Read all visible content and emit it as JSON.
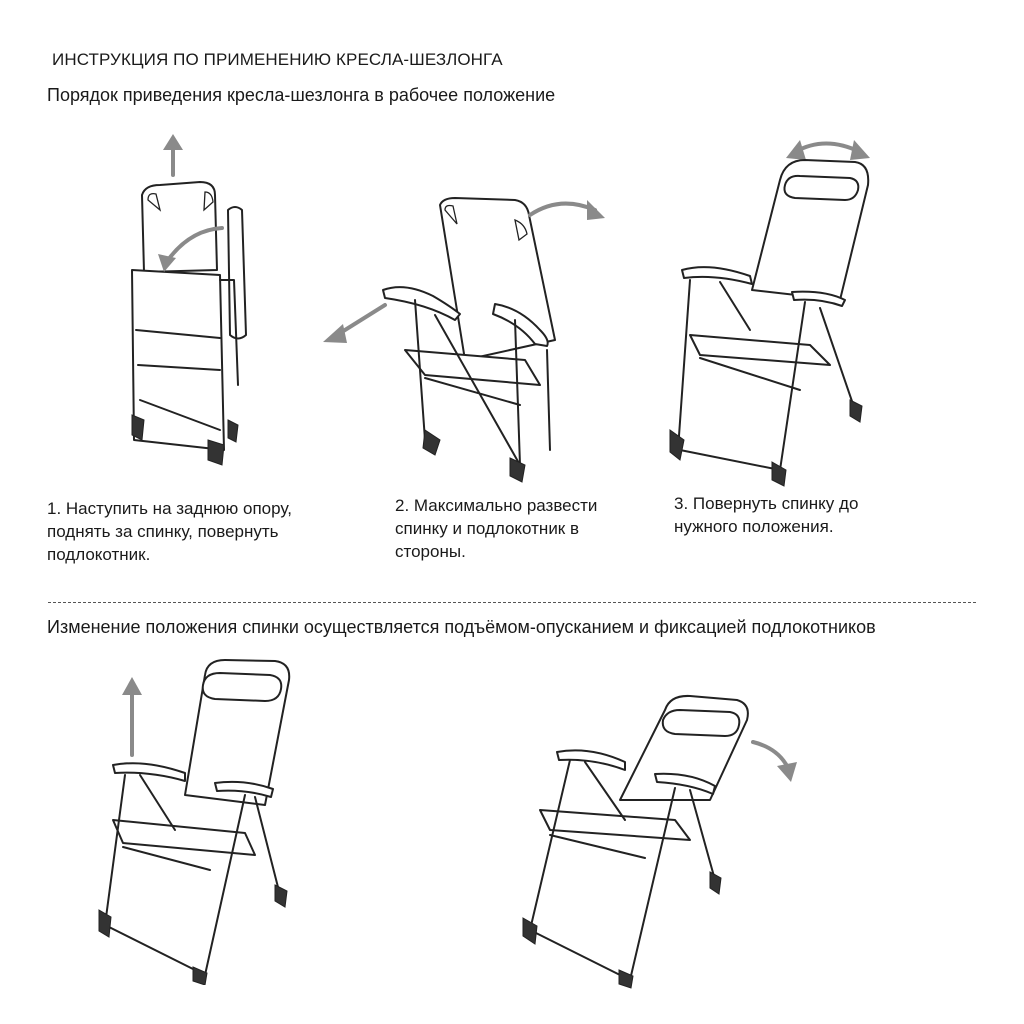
{
  "doc": {
    "title": "ИНСТРУКЦИЯ ПО ПРИМЕНЕНИЮ КРЕСЛА-ШЕЗЛОНГА",
    "subtitle": "Порядок приведения кресла-шезлонга в рабочее положение",
    "steps": [
      {
        "text": "1. Наступить на заднюю опору,\nподнять за спинку, повернуть\nподлокотник."
      },
      {
        "text": "2. Максимально развести\nспинку и подлокотник в\nстороны."
      },
      {
        "text": "3. Повернуть спинку до\nнужного положения."
      }
    ],
    "note": "Изменение положения спинки осуществляется подъёмом-опусканием и фиксацией подлокотников"
  },
  "figures": [
    {
      "icon": "folded-chair-illustration"
    },
    {
      "icon": "unfolding-chair-illustration"
    },
    {
      "icon": "open-chair-illustration"
    },
    {
      "icon": "upright-chair-armrest-lift-illustration"
    },
    {
      "icon": "reclined-chair-illustration"
    }
  ],
  "colors": {
    "text": "#1a1a1a",
    "arrow": "#8a8a8a",
    "line": "#222222"
  }
}
